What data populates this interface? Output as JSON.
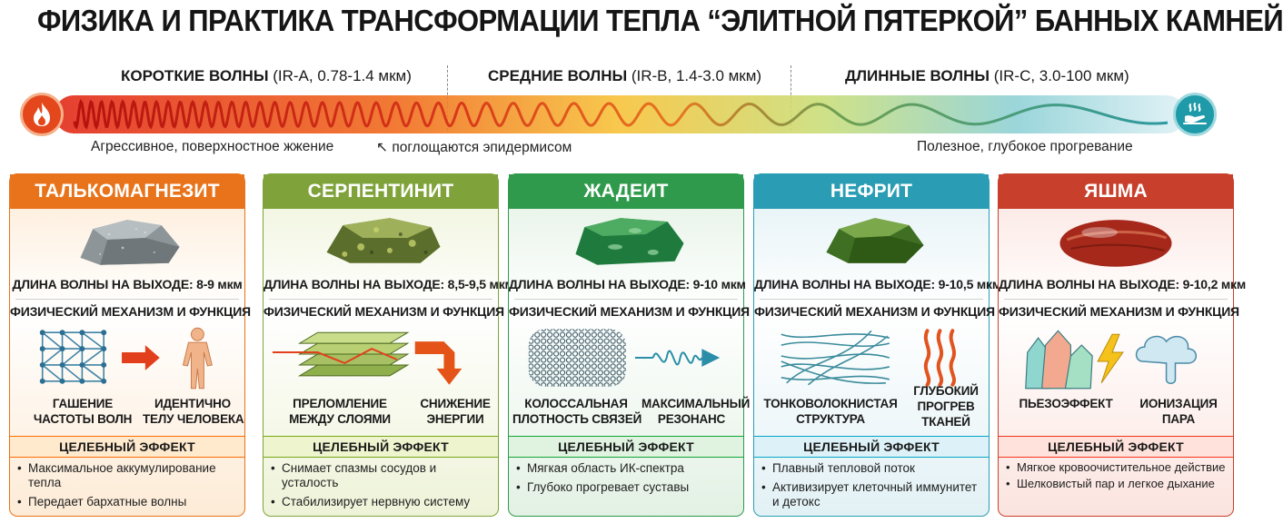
{
  "title": "ФИЗИКА И ПРАКТИКА ТРАНСФОРМАЦИИ ТЕПЛА “ЭЛИТНОЙ ПЯТЕРКОЙ” БАННЫХ КАМНЕЙ",
  "bands": [
    {
      "name": "КОРОТКИЕ ВОЛНЫ",
      "range": "(IR-A, 0.78-1.4 мкм)"
    },
    {
      "name": "СРЕДНИЕ ВОЛНЫ",
      "range": "(IR-B, 1.4-3.0 мкм)"
    },
    {
      "name": "ДЛИННЫЕ ВОЛНЫ",
      "range": "(IR-C, 3.0-100 мкм)"
    }
  ],
  "spectrum_notes": {
    "left": "Агрессивное, поверхностное жжение",
    "pointer": "поглощаются эпидермисом",
    "right": "Полезное, глубокое прогревание"
  },
  "icons": {
    "left": "fire-icon",
    "right": "spa-steam-icon"
  },
  "heal_label": "ЦЕЛЕБНЫЙ ЭФФЕКТ",
  "mech_label": "ФИЗИЧЕСКИЙ МЕХАНИЗМ И ФУНКЦИЯ",
  "stones": [
    {
      "name": "ТАЛЬКОМАГНЕЗИТ",
      "wavelength": "ДЛИНА ВОЛНЫ НА ВЫХОДЕ: 8-9 мкм",
      "caption_left": [
        "ГАШЕНИЕ",
        "ЧАСТОТЫ ВОЛН"
      ],
      "caption_right": [
        "ИДЕНТИЧНО",
        "ТЕЛУ ЧЕЛОВЕКА"
      ],
      "effects": [
        "Максимальное аккумулирование тепла",
        "Передает бархатные волны"
      ],
      "color": "#e8731a",
      "bg": "#fdebd6"
    },
    {
      "name": "СЕРПЕНТИНИТ",
      "wavelength": "ДЛИНА ВОЛНЫ НА ВЫХОДЕ: 8,5-9,5 мкм",
      "caption_left": [
        "ПРЕЛОМЛЕНИЕ",
        "МЕЖДУ СЛОЯМИ"
      ],
      "caption_right": [
        "СНИЖЕНИЕ",
        "ЭНЕРГИИ"
      ],
      "effects": [
        "Снимает спазмы сосудов и усталость",
        "Стабилизирует нервную систему"
      ],
      "color": "#7fa33a",
      "bg": "#eef3d8"
    },
    {
      "name": "ЖАДЕИТ",
      "wavelength": "ДЛИНА ВОЛНЫ НА ВЫХОДЕ: 9-10 мкм",
      "caption_left": [
        "КОЛОССАЛЬНАЯ",
        "ПЛОТНОСТЬ СВЯЗЕЙ"
      ],
      "caption_right": [
        "МАКСИМАЛЬНЫЙ",
        "РЕЗОНАНС"
      ],
      "effects": [
        "Мягкая область ИК-спектра",
        "Глубоко прогревает суставы"
      ],
      "color": "#2f9a4c",
      "bg": "#e3f1e4"
    },
    {
      "name": "НЕФРИТ",
      "wavelength": "ДЛИНА ВОЛНЫ НА ВЫХОДЕ: 9-10,5 мкм",
      "caption_left": [
        "ТОНКОВОЛОКНИСТАЯ",
        "СТРУКТУРА"
      ],
      "caption_right": [
        "ГЛУБОКИЙ",
        "ПРОГРЕВ",
        "ТКАНЕЙ"
      ],
      "effects": [
        "Плавный тепловой поток",
        "Активизирует клеточный иммунитет и детокс"
      ],
      "color": "#2a9db5",
      "bg": "#e2f1f5"
    },
    {
      "name": "ЯШМА",
      "wavelength": "ДЛИНА ВОЛНЫ НА ВЫХОДЕ: 9-10,2 мкм",
      "caption_left": [
        "ПЬЕЗОЭФФЕКТ"
      ],
      "caption_right": [
        "ИОНИЗАЦИЯ",
        "ПАРА"
      ],
      "effects": [
        "Мягкое кровоочистительное действие",
        "Шелковистый пар и легкое дыхание"
      ],
      "color": "#c8402c",
      "bg": "#fbe4df"
    }
  ]
}
